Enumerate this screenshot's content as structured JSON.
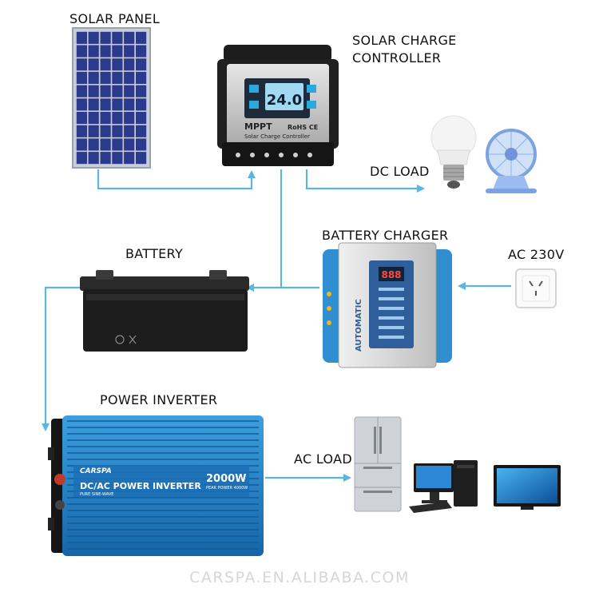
{
  "labels": {
    "solar_panel": "SOLAR PANEL",
    "controller_line1": "SOLAR CHARGE",
    "controller_line2": "CONTROLLER",
    "dc_load": "DC LOAD",
    "battery_charger": "BATTERY CHARGER",
    "battery": "BATTERY",
    "ac_230v": "AC 230V",
    "power_inverter": "POWER INVERTER",
    "ac_load": "AC LOAD"
  },
  "controller": {
    "display": "24.0",
    "model": "MPPT",
    "subtitle": "Solar Charge Controller",
    "certs": "RoHS CE"
  },
  "charger": {
    "side_text": "AUTOMATIC",
    "display": "888"
  },
  "inverter": {
    "brand": "CARSPA",
    "title": "DC/AC POWER INVERTER",
    "wave": "PURE SINE-WAVE",
    "rating": "2000W",
    "peak": "PEAK POWER 4000W"
  },
  "watermark": "CARSPA.EN.ALIBABA.COM",
  "colors": {
    "connector": "#5bb6de",
    "inverter_body": "#1f7fc4",
    "charger_body": "#3a9ad6",
    "panel_cell": "#2b3a8c"
  }
}
